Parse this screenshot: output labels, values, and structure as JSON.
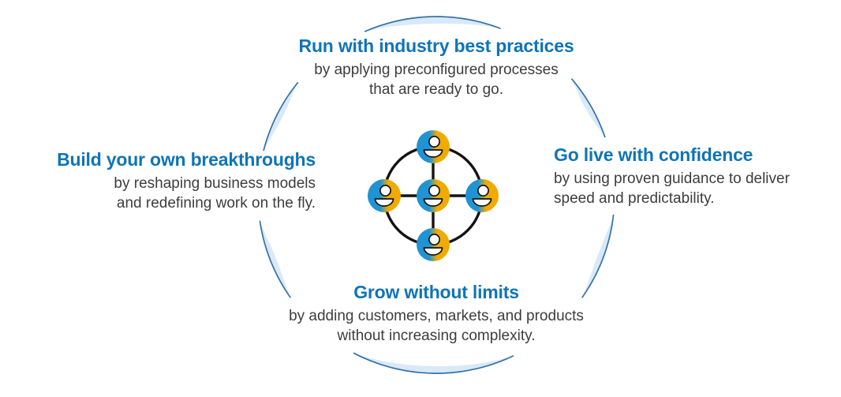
{
  "benefits": {
    "top": {
      "heading": "Run with industry best practices",
      "lines": [
        "by applying preconfigured processes",
        "that are ready to go."
      ]
    },
    "left": {
      "heading": "Build your own breakthroughs",
      "lines": [
        "by reshaping business models",
        "and redefining work on the fly."
      ]
    },
    "right": {
      "heading": "Go live with confidence",
      "lines": [
        "by using proven guidance to deliver",
        "speed and predictability."
      ]
    },
    "bottom": {
      "heading": "Grow without limits",
      "lines": [
        "by adding customers, markets, and products",
        "without increasing complexity."
      ]
    }
  },
  "center_graphic": {
    "description": "Five person avatars connected in a hub-and-spoke network inside a ring",
    "icon": "person-icon",
    "node_count": 5
  },
  "colors": {
    "heading_blue": "#0f74b8",
    "body_text": "#3d3d3d",
    "arc_line": "#3471a9",
    "arc_fill": "#d9e9f8",
    "node_blue": "#1f93d4",
    "node_yellow": "#f0ab00",
    "network_line": "#131313"
  }
}
